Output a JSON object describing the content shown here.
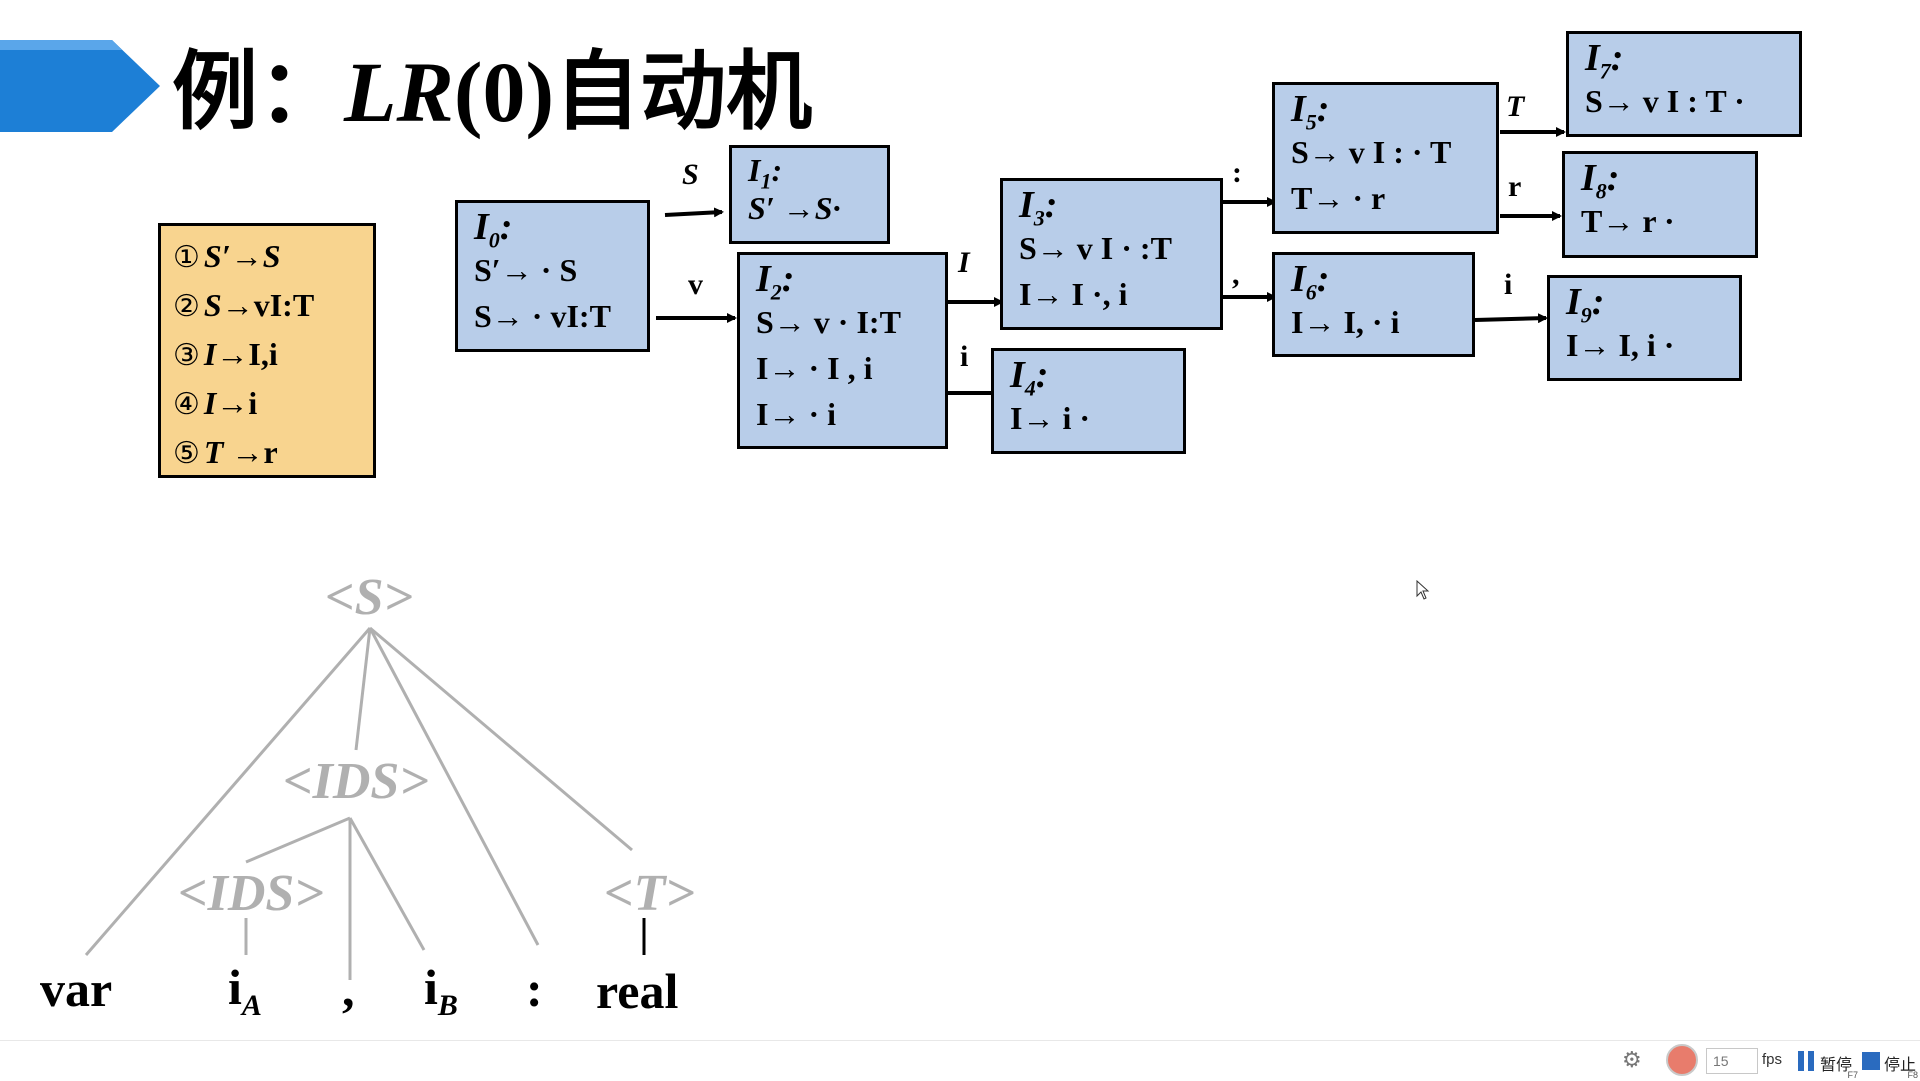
{
  "title": {
    "prefix": "例：",
    "lr_italic": "LR",
    "lr_rest": "(0)",
    "suffix": "自动机"
  },
  "grammar": [
    {
      "num": "①",
      "lhs": "S′",
      "arrow": "→",
      "rhs": "S"
    },
    {
      "num": "②",
      "lhs": "S",
      "arrow": "→",
      "rhs": "vI:T"
    },
    {
      "num": "③",
      "lhs": "I",
      "arrow": "→",
      "rhs": "I,i"
    },
    {
      "num": "④",
      "lhs": "I",
      "arrow": "→",
      "rhs": "i"
    },
    {
      "num": "⑤",
      "lhs": "T",
      "arrow": " →",
      "rhs": "r"
    }
  ],
  "states": {
    "I0": {
      "name": "I",
      "sub": "0",
      "items": [
        "S′→ · S",
        "S→ · vI:T"
      ]
    },
    "I1": {
      "name": "I",
      "sub": "1",
      "items": [
        "S′ →S·"
      ]
    },
    "I2": {
      "name": "I",
      "sub": "2",
      "items": [
        "S→ v · I:T",
        "I→ · I , i",
        "I→ · i"
      ]
    },
    "I3": {
      "name": "I",
      "sub": "3",
      "items": [
        "S→ v I · :T",
        "I→ I ·, i"
      ]
    },
    "I4": {
      "name": "I",
      "sub": "4",
      "items": [
        "I→ i ·"
      ]
    },
    "I5": {
      "name": "I",
      "sub": "5",
      "items": [
        "S→ v I : · T",
        "T→ · r"
      ]
    },
    "I6": {
      "name": "I",
      "sub": "6",
      "items": [
        "I→ I, · i"
      ]
    },
    "I7": {
      "name": "I",
      "sub": "7",
      "items": [
        "S→ v I : T ·"
      ]
    },
    "I8": {
      "name": "I",
      "sub": "8",
      "items": [
        "T→ r ·"
      ]
    },
    "I9": {
      "name": "I",
      "sub": "9",
      "items": [
        "I→ I, i ·"
      ]
    }
  },
  "edges": {
    "I0_I1": "S",
    "I0_I2": "v",
    "I2_I3": "I",
    "I2_I4": "i",
    "I3_I5": ":",
    "I3_I6": ",",
    "I5_I7": "T",
    "I5_I8": "r",
    "I6_I9": "i"
  },
  "tree": {
    "root": "<S>",
    "ids_upper": "<IDS>",
    "ids_lower": "<IDS>",
    "t": "<T>",
    "leaves": {
      "var": "var",
      "iA_base": "i",
      "iA_sub": "A",
      "comma": ",",
      "iB_base": "i",
      "iB_sub": "B",
      "colon": ":",
      "real": "real"
    }
  },
  "statusbar": {
    "fps_value": "15",
    "fps_label": "fps",
    "pause_label": "暂停",
    "pause_key": "F7",
    "stop_label": "停止",
    "stop_key": "F8"
  },
  "icons": {
    "banner": "chevron-banner-icon",
    "gear": "gear-icon",
    "record": "record-indicator-icon",
    "pause": "pause-icon",
    "stop": "stop-icon",
    "cursor": "mouse-pointer-icon"
  },
  "colors": {
    "banner": "#1d7fd6",
    "state_fill": "#b8cde9",
    "grammar_fill": "#f8d48f",
    "tree_gray": "#b0b0b0",
    "accent_blue": "#2a6bbf"
  }
}
